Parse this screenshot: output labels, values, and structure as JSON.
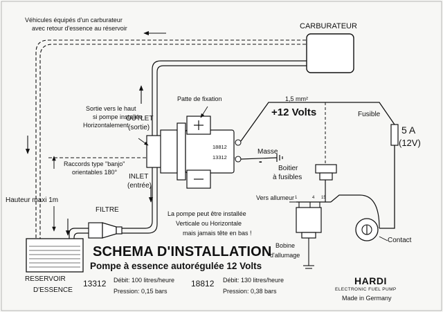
{
  "header_note": {
    "line1": "Véhicules équipés d'un carburateur",
    "line2": "avec retour d'essence au réservoir"
  },
  "carburetor": "CARBURATEUR",
  "mounting": "Patte de fixation",
  "wire_section": "1,5 mm²",
  "voltage": "+12 Volts",
  "fuse": {
    "label": "Fusible",
    "rating": "5 A",
    "volts": "(12V)"
  },
  "upward_exit": {
    "line1": "Sortie vers le haut",
    "line2": "si pompe installée",
    "line3": "Horizontalement"
  },
  "outlet": {
    "label": "OUTLET",
    "sub": "(sortie)"
  },
  "inlet": {
    "label": "INLET",
    "sub": "(entrée)"
  },
  "banjo": {
    "line1": "Raccords type \"banjo\"",
    "line2": "orientables 180°"
  },
  "pump_refs": {
    "top": "18812",
    "bottom": "13312"
  },
  "ground": {
    "label": "Masse",
    "sign": "-"
  },
  "fuse_box": {
    "line1": "Boitier",
    "line2": "à fusibles"
  },
  "max_height": "Hauteur maxi 1m",
  "filter": "FILTRE",
  "to_ignition": "Vers allumeur",
  "coil_terminals": [
    "1",
    "4",
    "15"
  ],
  "install_note": {
    "line1": "La pompe peut être installée",
    "line2": "Verticale ou Horizontale",
    "line3": "mais jamais tête en bas !"
  },
  "coil": {
    "line1": "Bobine",
    "line2": "d'allumage"
  },
  "contact": "Contact",
  "title": "SCHEMA D'INSTALLATION",
  "subtitle": "Pompe à essence autorégulée 12 Volts",
  "tank": {
    "line1": "RESERVOIR",
    "line2": "D'ESSENCE"
  },
  "models": [
    {
      "ref": "13312",
      "flow": "Débit: 100 litres/heure",
      "pressure": "Pression: 0,15 bars"
    },
    {
      "ref": "18812",
      "flow": "Débit: 130 litres/heure",
      "pressure": "Pression: 0,38 bars"
    }
  ],
  "brand": {
    "name": "HARDI",
    "tagline": "ELECTRONIC FUEL PUMP",
    "origin": "Made in Germany"
  },
  "colors": {
    "ink": "#111111",
    "paper": "#f7f7f5"
  }
}
